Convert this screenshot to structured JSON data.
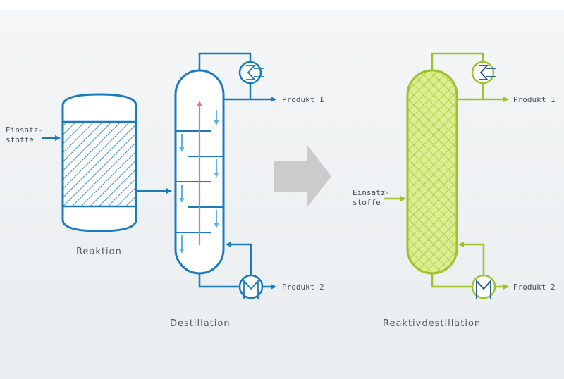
{
  "labels": {
    "feed_left": [
      "Einsatz-",
      "stoffe"
    ],
    "feed_right": [
      "Einsatz-",
      "stoffe"
    ],
    "product1": "Produkt 1",
    "product2": "Produkt 2",
    "product1_right": "Produkt 1",
    "product2_right": "Produkt 2"
  },
  "captions": {
    "reaction": "Reaktion",
    "distillation": "Destillation",
    "reactive_distillation": "Reaktivdestillation"
  },
  "colors": {
    "blue": "#1b79c0",
    "light_blue": "#5fb0e3",
    "pink": "#e0709c",
    "green": "#9cc22e",
    "green_fill": "#dcef90",
    "arrow_gray": "#c9cbcc"
  }
}
